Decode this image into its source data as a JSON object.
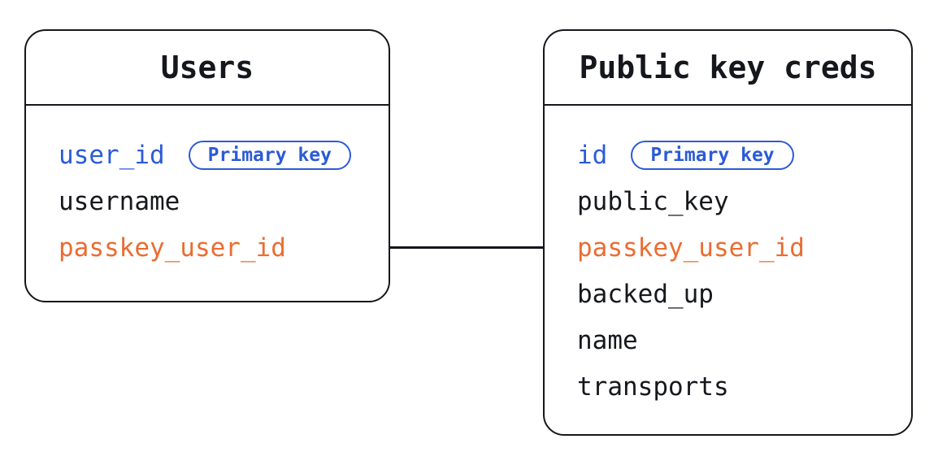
{
  "diagram": {
    "background": "#ffffff",
    "stroke_color": "#15171c",
    "accent_blue": "#2b5bd7",
    "accent_orange": "#eb6c31",
    "tables": [
      {
        "title": "Users",
        "fields": [
          {
            "name": "user_id",
            "badge": "Primary key",
            "color": "#2b5bd7"
          },
          {
            "name": "username",
            "color": "#16181d"
          },
          {
            "name": "passkey_user_id",
            "color": "#eb6c31"
          }
        ]
      },
      {
        "title": "Public key creds",
        "fields": [
          {
            "name": "id",
            "badge": "Primary key",
            "color": "#2b5bd7"
          },
          {
            "name": "public_key",
            "color": "#16181d"
          },
          {
            "name": "passkey_user_id",
            "color": "#eb6c31"
          },
          {
            "name": "backed_up",
            "color": "#16181d"
          },
          {
            "name": "name",
            "color": "#16181d"
          },
          {
            "name": "transports",
            "color": "#16181d"
          }
        ]
      }
    ],
    "relation": {
      "description": "line connecting Users.passkey_user_id to Public key creds table"
    }
  }
}
